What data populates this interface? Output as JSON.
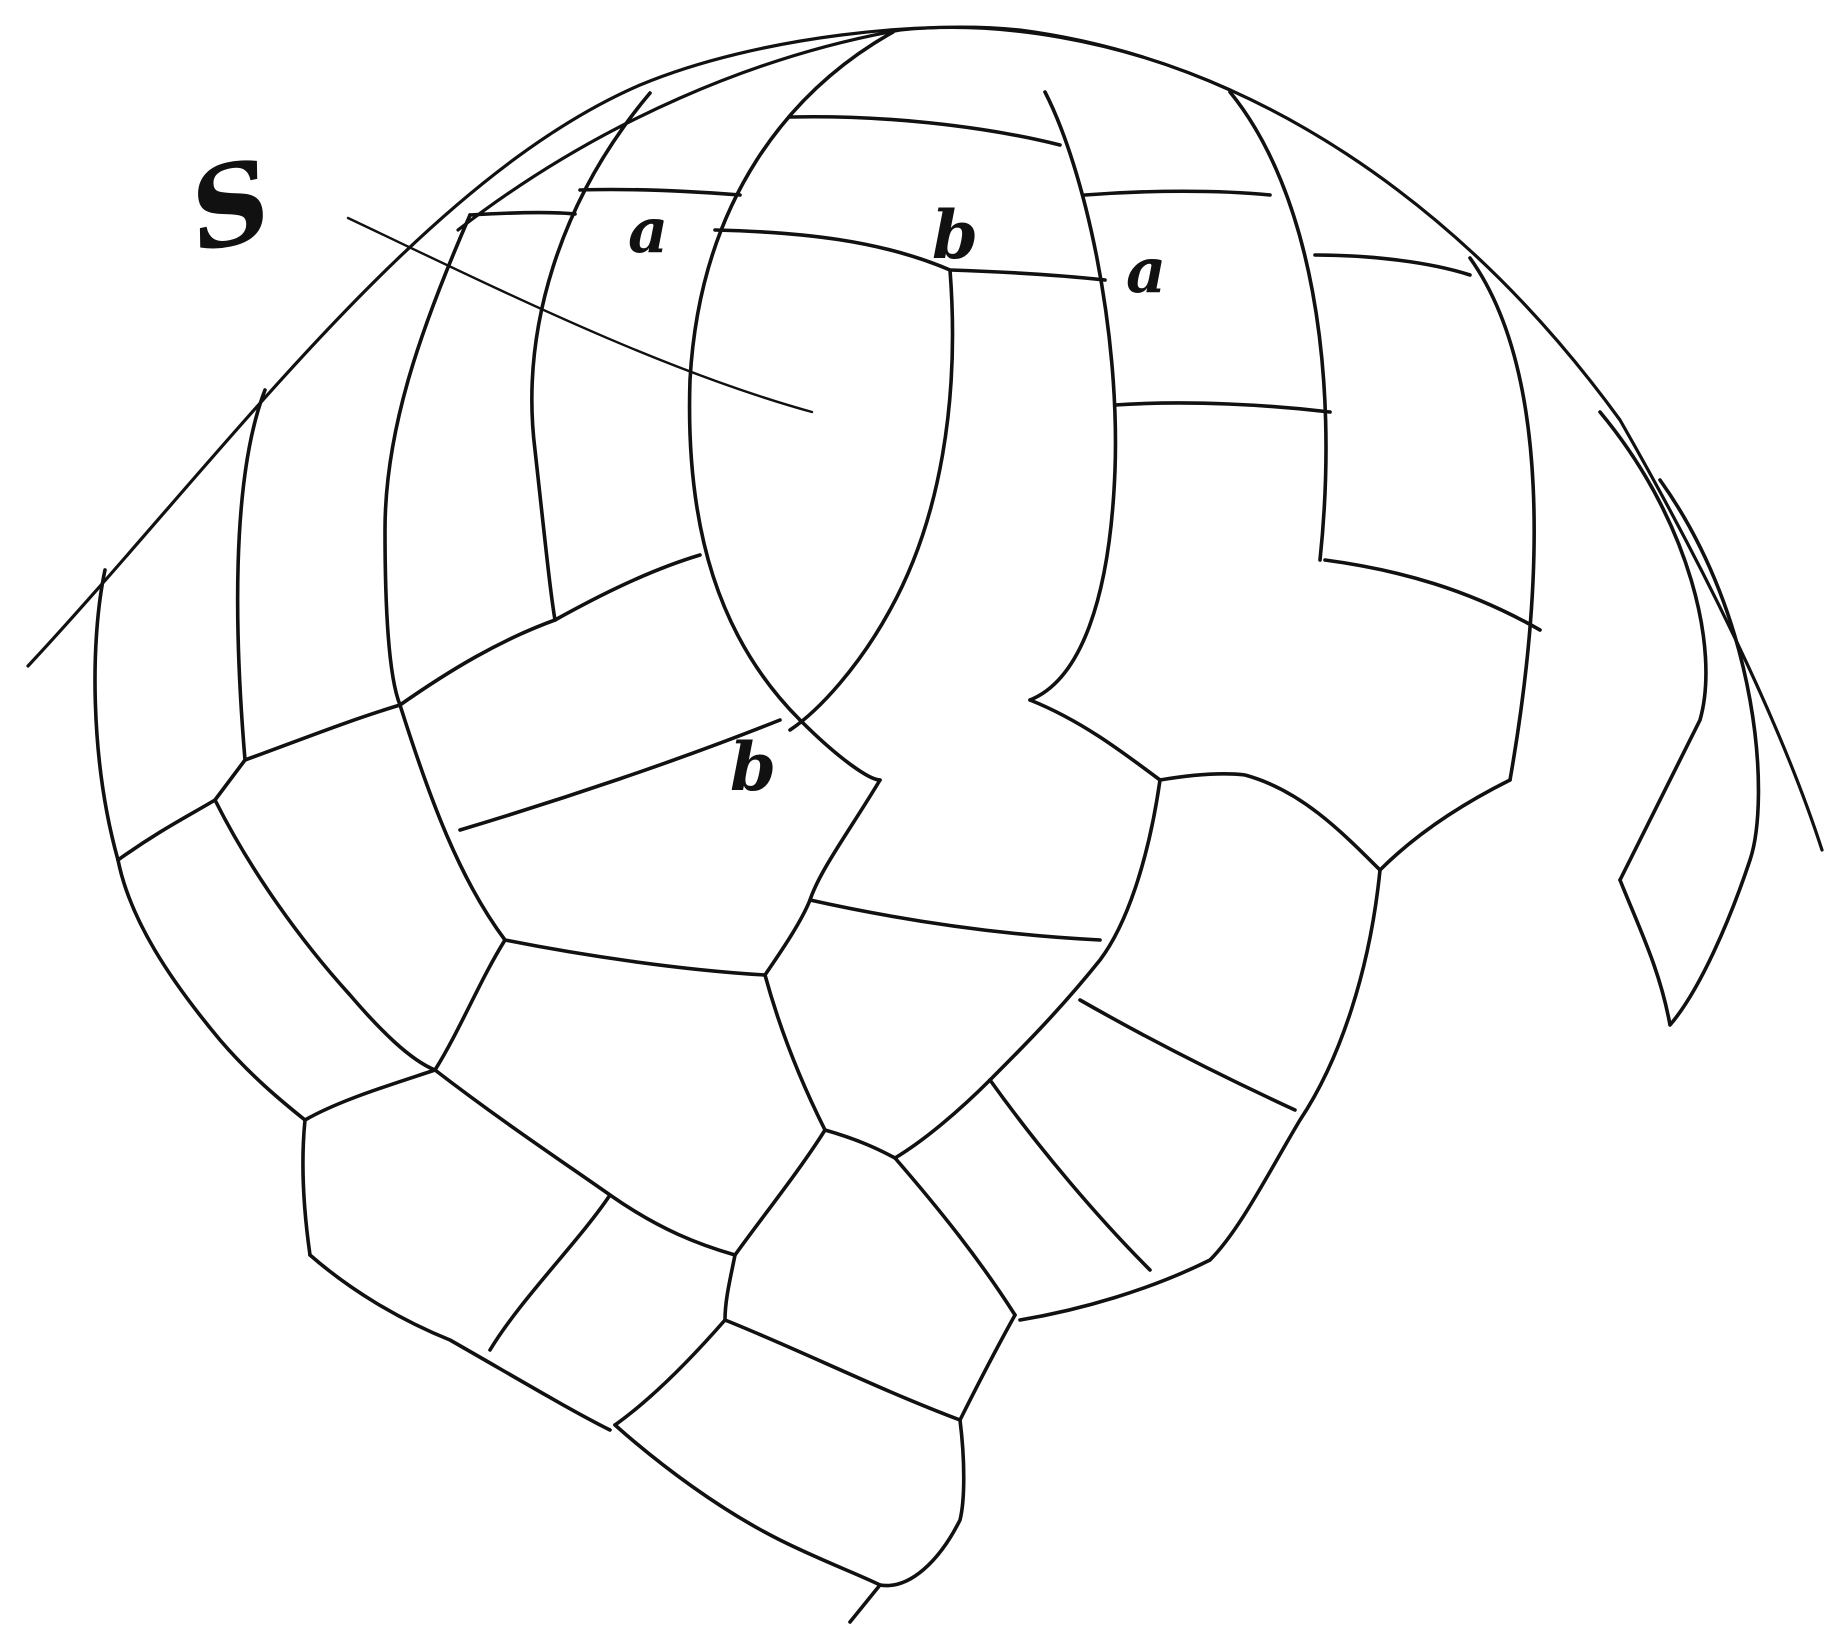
{
  "labels": {
    "S": "S",
    "a_left": "a",
    "b_top": "b",
    "a_right": "a",
    "b_bottom": "b"
  }
}
